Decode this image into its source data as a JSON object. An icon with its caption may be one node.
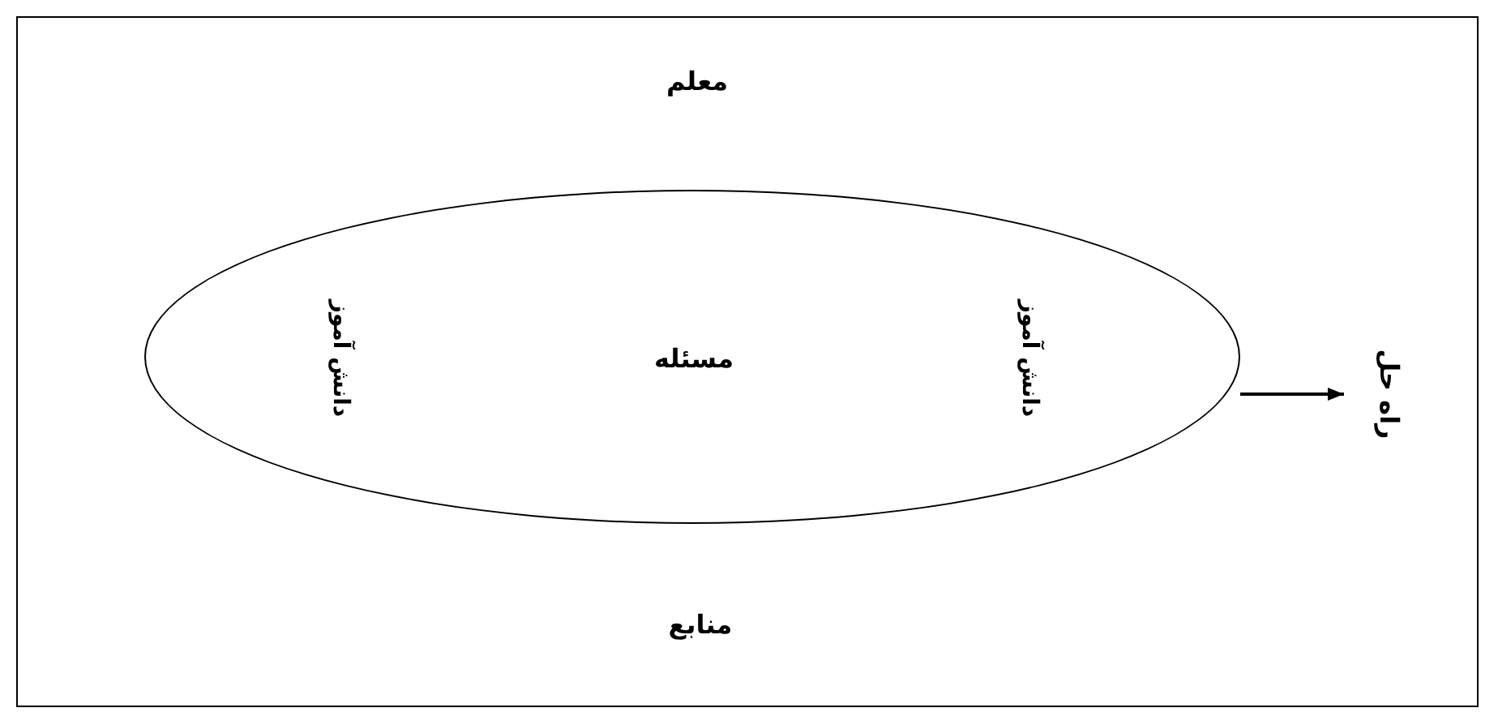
{
  "diagram": {
    "nodes": [
      {
        "text": [
          "معلم"
        ]
      },
      {
        "text": [
          "مسئله"
        ]
      },
      {
        "text": [
          "دانش آموز"
        ],
        "in": 1
      },
      {
        "text": [
          "دانش آموز"
        ],
        "in": 1
      },
      {
        "text": [
          "راه حل"
        ]
      },
      {
        "text": [
          "منابع"
        ]
      }
    ],
    "edges": [
      {
        "from": 1,
        "to": 4,
        "arrow": "to"
      }
    ]
  }
}
